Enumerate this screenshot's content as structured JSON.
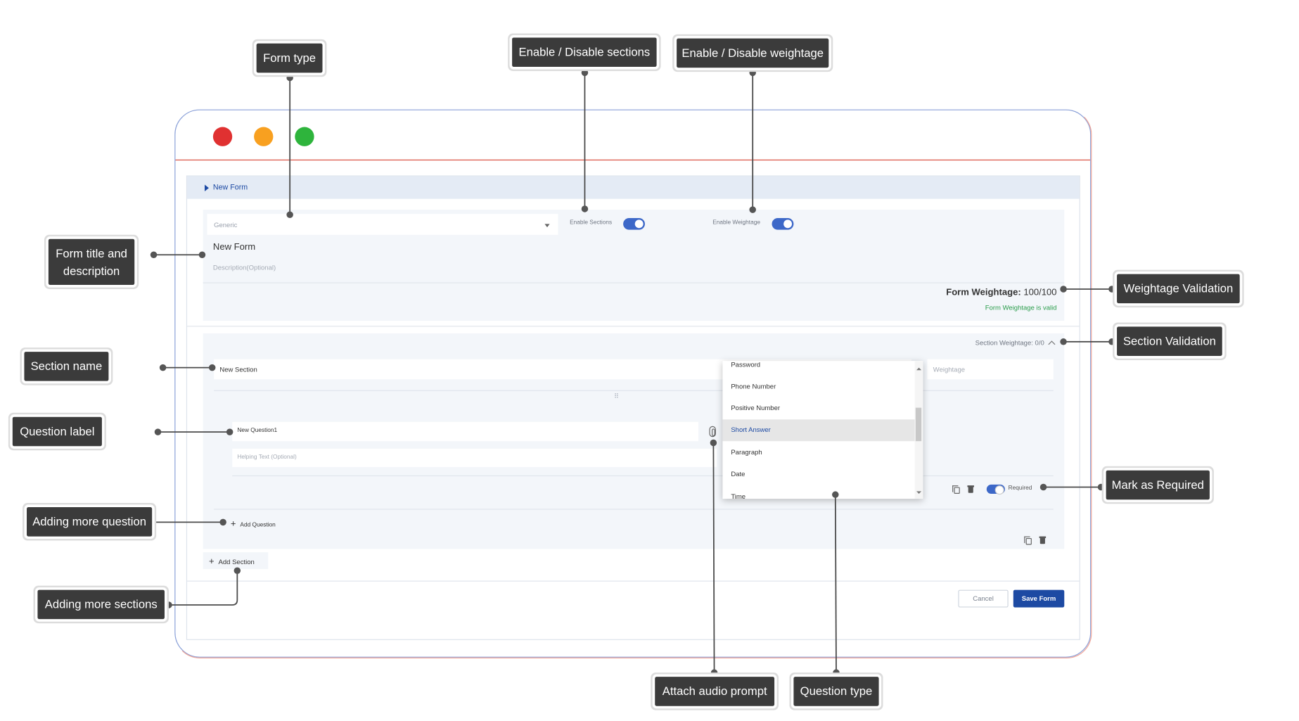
{
  "app": {
    "breadcrumb": "New Form",
    "form_type": "Generic",
    "enable_sections_label": "Enable Sections",
    "enable_weightage_label": "Enable Weightage",
    "form_title": "New Form",
    "description_placeholder": "Description(Optional)",
    "form_weightage_label": "Form Weightage:",
    "form_weightage_value": "100/100",
    "form_weightage_status": "Form Weightage is valid",
    "section_weightage": "Section Weightage: 0/0",
    "section_name": "New Section",
    "weightage_placeholder": "Weightage",
    "question_label": "New Question1",
    "helping_text_placeholder": "Helping Text (Optional)",
    "required_label": "Required",
    "add_question": "Add Question",
    "add_section": "Add Section",
    "cancel": "Cancel",
    "save": "Save Form",
    "question_types": [
      "Password",
      "Phone Number",
      "Positive Number",
      "Short Answer",
      "Paragraph",
      "Date",
      "Time"
    ],
    "selected_question_type": "Short Answer"
  },
  "callouts": {
    "form_type": "Form type",
    "enable_sections": "Enable / Disable sections",
    "enable_weightage": "Enable / Disable weightage",
    "form_title_desc_1": "Form title and",
    "form_title_desc_2": "description",
    "weightage_validation": "Weightage Validation",
    "section_validation": "Section Validation",
    "section_name": "Section name",
    "question_label": "Question label",
    "mark_required": "Mark as Required",
    "adding_question": "Adding more question",
    "adding_sections": "Adding more sections",
    "attach_audio": "Attach audio prompt",
    "question_type": "Question type"
  },
  "colors": {
    "primary": "#1d4aa3",
    "toggle": "#3d68c8",
    "valid": "#2a9d4b",
    "callout_bg": "#3b3b3b",
    "dot_red": "#e03131",
    "dot_orange": "#f8a020",
    "dot_green": "#2eb43c"
  }
}
